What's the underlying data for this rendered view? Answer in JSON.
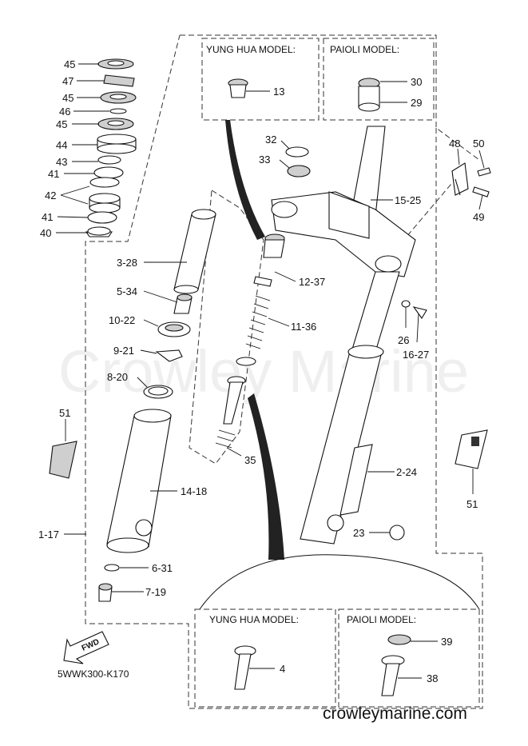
{
  "diagram": {
    "reference_code": "5WWK300-K170",
    "watermark": "Crowley Marine",
    "website": "crowleymarine.com",
    "fwd_label": "FWD",
    "boxes": {
      "yung_hua_top": "YUNG HUA MODEL:",
      "paioli_top": "PAIOLI MODEL:",
      "yung_hua_bottom": "YUNG HUA MODEL:",
      "paioli_bottom": "PAIOLI MODEL:"
    },
    "callouts": {
      "p45a": "45",
      "p47": "47",
      "p45b": "45",
      "p46": "46",
      "p45c": "45",
      "p44": "44",
      "p43": "43",
      "p41a": "41",
      "p42": "42",
      "p41b": "41",
      "p40": "40",
      "p13": "13",
      "p30": "30",
      "p29": "29",
      "p32": "32",
      "p33": "33",
      "p15_25": "15-25",
      "p48": "48",
      "p50": "50",
      "p49": "49",
      "p3_28": "3-28",
      "p12_37": "12-37",
      "p5_34": "5-34",
      "p10_22": "10-22",
      "p11_36": "11-36",
      "p26": "26",
      "p16_27": "16-27",
      "p9_21": "9-21",
      "p8_20": "8-20",
      "p51a": "51",
      "p14_18": "14-18",
      "p35": "35",
      "p2_24": "2-24",
      "p51b": "51",
      "p1_17": "1-17",
      "p23": "23",
      "p6_31": "6-31",
      "p7_19": "7-19",
      "p4": "4",
      "p39": "39",
      "p38": "38"
    }
  }
}
